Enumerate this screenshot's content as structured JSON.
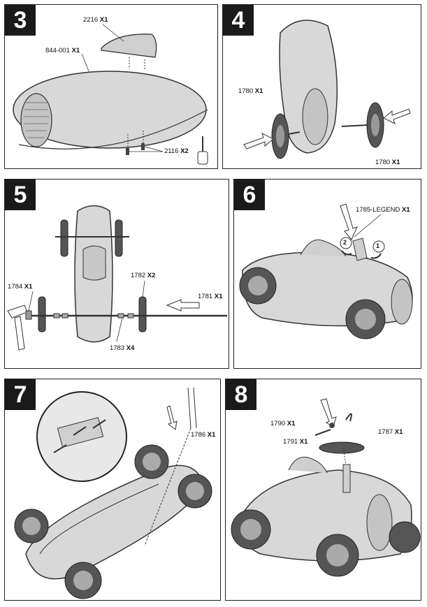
{
  "steps": [
    {
      "number": "3",
      "parts": [
        {
          "code": "2216",
          "qty": "X1"
        },
        {
          "code": "844-001",
          "qty": "X1"
        },
        {
          "code": "2116",
          "qty": "X2"
        }
      ]
    },
    {
      "number": "4",
      "parts": [
        {
          "code": "1780",
          "qty": "X1"
        },
        {
          "code": "1780",
          "qty": "X1"
        }
      ]
    },
    {
      "number": "5",
      "parts": [
        {
          "code": "1784",
          "qty": "X1"
        },
        {
          "code": "1782",
          "qty": "X2"
        },
        {
          "code": "1781",
          "qty": "X1"
        },
        {
          "code": "1783",
          "qty": "X4"
        }
      ]
    },
    {
      "number": "6",
      "parts": [
        {
          "code": "1785-LEGEND",
          "qty": "X1"
        }
      ],
      "callouts": [
        "2",
        "1"
      ]
    },
    {
      "number": "7",
      "parts": [
        {
          "code": "1786",
          "qty": "X1"
        }
      ]
    },
    {
      "number": "8",
      "parts": [
        {
          "code": "1790",
          "qty": "X1"
        },
        {
          "code": "1791",
          "qty": "X1"
        },
        {
          "code": "1787",
          "qty": "X1"
        }
      ]
    }
  ],
  "colors": {
    "body_fill": "#d9d9d9",
    "outline": "#333333",
    "step_bg": "#1a1a1a"
  }
}
